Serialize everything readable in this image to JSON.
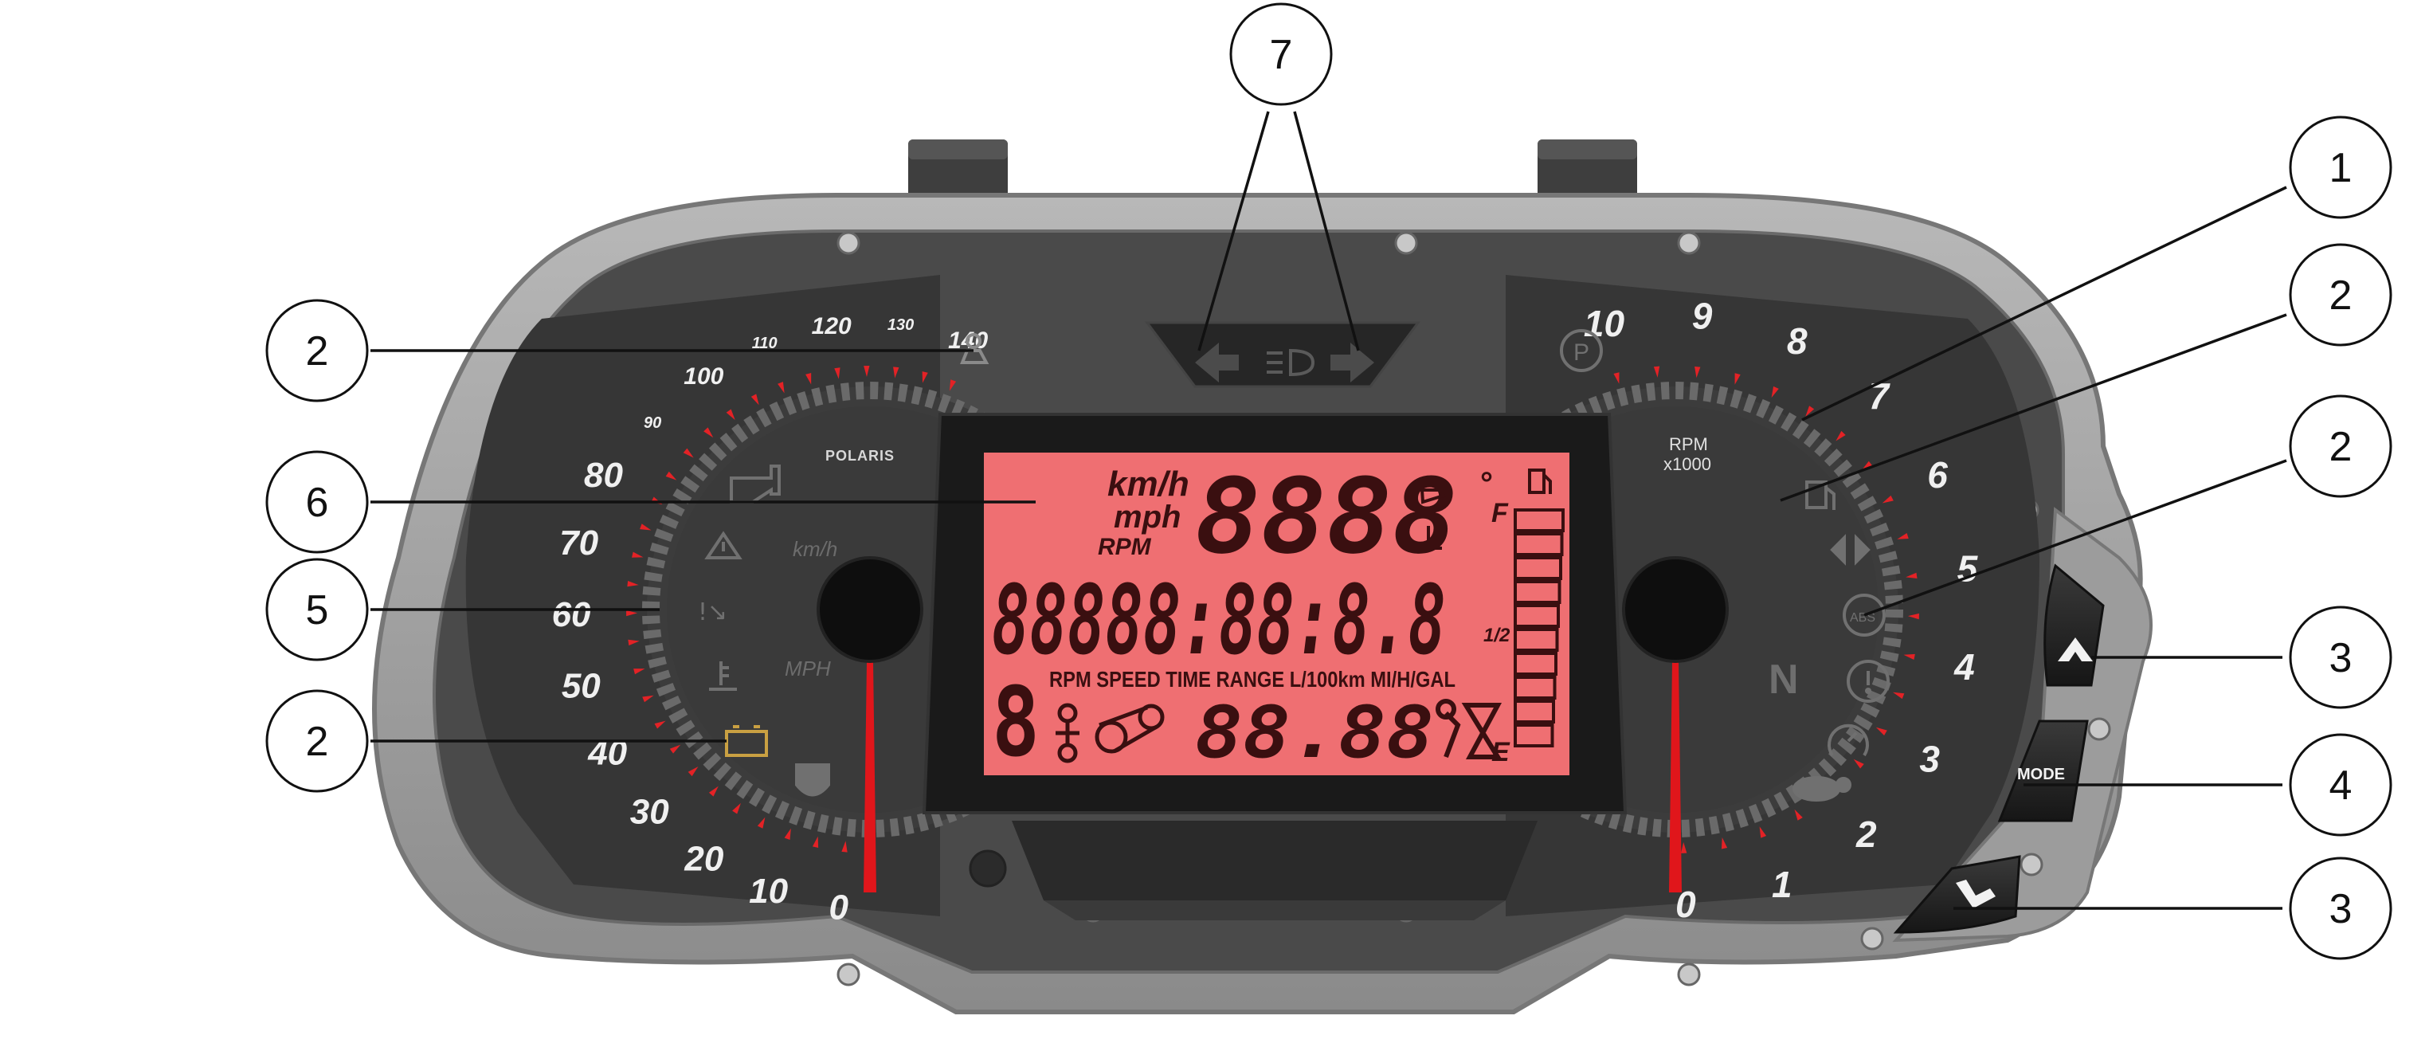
{
  "speedometer": {
    "ticks": [
      "0",
      "10",
      "20",
      "30",
      "40",
      "50",
      "60",
      "70",
      "80",
      "90",
      "100",
      "110",
      "120",
      "130",
      "140"
    ],
    "unit_kmh": "km/h",
    "unit_mph": "MPH",
    "brand": "POLARIS"
  },
  "tachometer": {
    "ticks": [
      "0",
      "1",
      "2",
      "3",
      "4",
      "5",
      "6",
      "7",
      "8",
      "9",
      "10"
    ],
    "label_line1": "RPM",
    "label_line2": "x1000",
    "neutral": "N"
  },
  "lcd": {
    "unit_kmh": "km/h",
    "unit_mph": "mph",
    "unit_rpm": "RPM",
    "top_digits": "8888",
    "middle_digits": "88888:88:8.8",
    "left_digit": "8",
    "bottom_digits": "88.88",
    "labels_row": "RPM SPEED TIME RANGE L/100km MI/H/GAL",
    "fuel_full": "F",
    "fuel_half": "1/2",
    "fuel_empty": "E",
    "degree": "°",
    "fuel_level": 1.0
  },
  "buttons": {
    "mode_label": "MODE"
  },
  "callouts": [
    {
      "id": "callout-7",
      "label": "7"
    },
    {
      "id": "callout-1",
      "label": "1"
    },
    {
      "id": "callout-2-right-top",
      "label": "2"
    },
    {
      "id": "callout-2-right-mid",
      "label": "2"
    },
    {
      "id": "callout-3-top",
      "label": "3"
    },
    {
      "id": "callout-4",
      "label": "4"
    },
    {
      "id": "callout-3-bottom",
      "label": "3"
    },
    {
      "id": "callout-2-left-top",
      "label": "2"
    },
    {
      "id": "callout-6",
      "label": "6"
    },
    {
      "id": "callout-5",
      "label": "5"
    },
    {
      "id": "callout-2-left-bottom",
      "label": "2"
    }
  ],
  "colors": {
    "lcd_background": "#ef6f72",
    "needle": "#e0161b",
    "tick_red": "#e32226",
    "housing": "#9a9a9a",
    "face": "#3b3b3b"
  }
}
